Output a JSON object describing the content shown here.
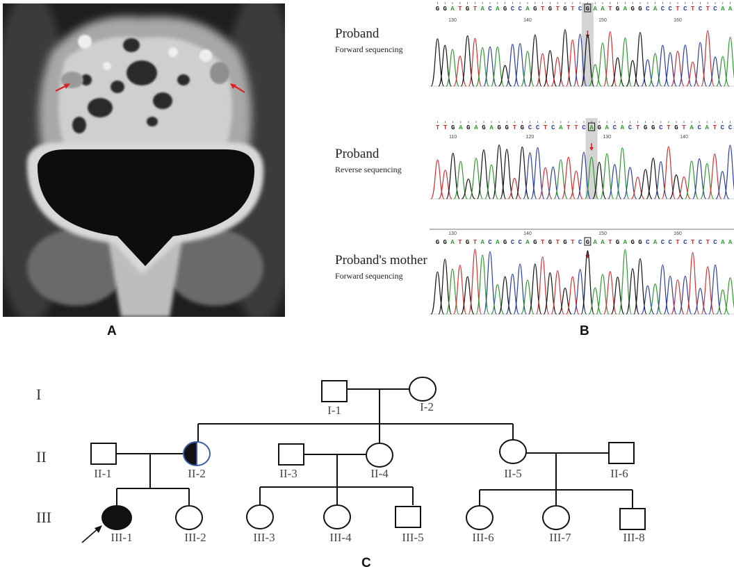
{
  "panels": {
    "a": "A",
    "b": "B",
    "c": "C"
  },
  "colors": {
    "bases": {
      "A": "#2e9a2e",
      "T": "#d23131",
      "G": "#111111",
      "C": "#2b3ea6"
    },
    "arrow": "#e02020"
  },
  "sequencing": [
    {
      "title": "Proband",
      "subtitle": "Forward sequencing",
      "sequence": "GGATGTACAGCCAGTGTGTCGAATGAGGCACCTCTCTCAA",
      "positions": [
        "130",
        "140",
        "150",
        "160"
      ],
      "boxed_index": 20
    },
    {
      "title": "Proband",
      "subtitle": "Reverse sequencing",
      "sequence": "TTGAGAGAGGTGCCTCATTCAGACACTGGCTGTACATCC",
      "positions": [
        "110",
        "120",
        "130",
        "140"
      ],
      "boxed_index": 20
    },
    {
      "title": "Proband's mother",
      "subtitle": "Forward sequencing",
      "sequence": "GGATGTACAGCCAGTGTGTCGAATGAGGCACCTCTCTCAA",
      "positions": [
        "130",
        "140",
        "150",
        "160"
      ],
      "boxed_index": 20
    }
  ],
  "pedigree": {
    "generations": [
      "I",
      "II",
      "III"
    ],
    "individuals": {
      "I-1": "I-1",
      "I-2": "I-2",
      "II-1": "II-1",
      "II-2": "II-2",
      "II-3": "II-3",
      "II-4": "II-4",
      "II-5": "II-5",
      "II-6": "II-6",
      "III-1": "III-1",
      "III-2": "III-2",
      "III-3": "III-3",
      "III-4": "III-4",
      "III-5": "III-5",
      "III-6": "III-6",
      "III-7": "III-7",
      "III-8": "III-8"
    }
  }
}
